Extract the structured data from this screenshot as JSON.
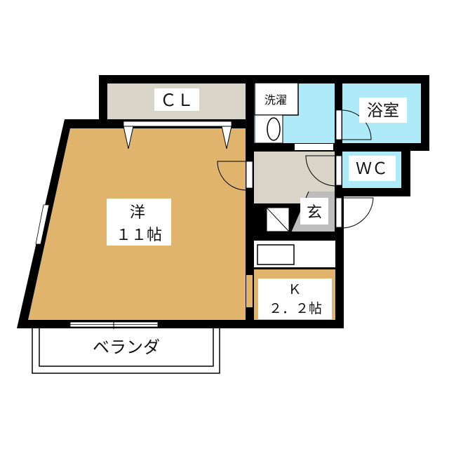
{
  "colors": {
    "wall": "#000000",
    "western_room": "#e0b46c",
    "closet": "#d8d4c8",
    "wet_area": "#aeeaf7",
    "hall": "#d8d4c8",
    "genkan": "#bdbdbd"
  },
  "rooms": {
    "closet": "ＣＬ",
    "western_room_line1": "洋",
    "western_room_line2": "１１帖",
    "laundry": "洗濯",
    "bathroom": "浴室",
    "toilet": "ＷＣ",
    "entrance": "玄",
    "kitchen_line1": "Ｋ",
    "kitchen_line2": "２．２帖",
    "balcony": "ベランダ"
  }
}
